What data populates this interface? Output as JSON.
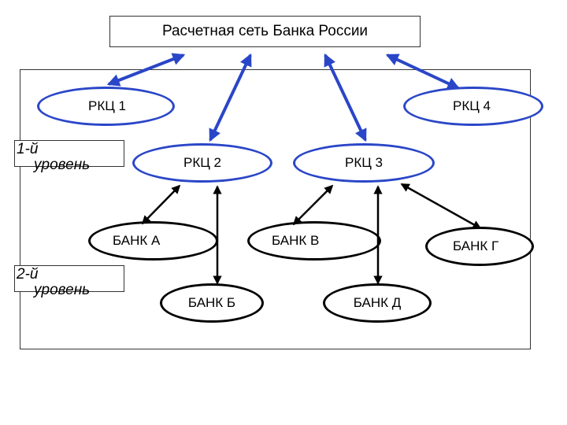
{
  "title": "Расчетная сеть Банка России",
  "nodes": {
    "rkc1": "РКЦ 1",
    "rkc2": "РКЦ 2",
    "rkc3": "РКЦ 3",
    "rkc4": "РКЦ 4",
    "bank_a": "БАНК А",
    "bank_b": "БАНК Б",
    "bank_v": "БАНК В",
    "bank_g": "БАНК Г",
    "bank_d": "БАНК Д"
  },
  "levels": {
    "level1_a": "1-й",
    "level1_b": "уровень",
    "level2_a": "2-й",
    "level2_b": "уровень"
  },
  "colors": {
    "top_links": "#2a46c8",
    "bottom_links": "#000000"
  },
  "edges": [
    {
      "from": "title",
      "to": "rkc1",
      "level": 1
    },
    {
      "from": "title",
      "to": "rkc2",
      "level": 1
    },
    {
      "from": "title",
      "to": "rkc3",
      "level": 1
    },
    {
      "from": "title",
      "to": "rkc4",
      "level": 1
    },
    {
      "from": "rkc2",
      "to": "bank_a",
      "level": 2
    },
    {
      "from": "rkc2",
      "to": "bank_b",
      "level": 2
    },
    {
      "from": "rkc3",
      "to": "bank_v",
      "level": 2
    },
    {
      "from": "rkc3",
      "to": "bank_d",
      "level": 2
    },
    {
      "from": "rkc3",
      "to": "bank_g",
      "level": 2
    }
  ]
}
